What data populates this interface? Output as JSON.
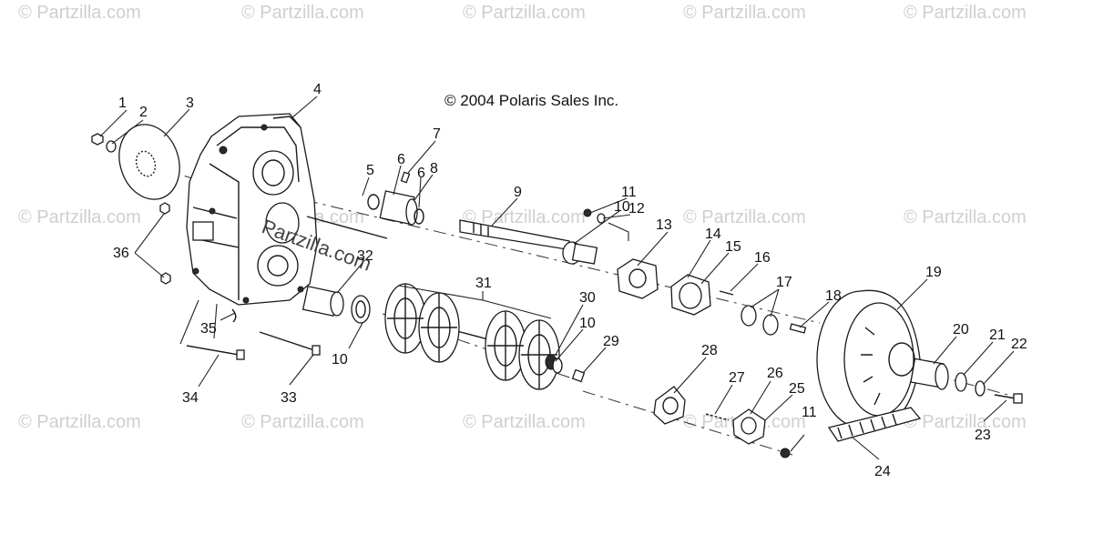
{
  "copyright": "© 2004 Polaris Sales Inc.",
  "watermark": "© Partzilla.com",
  "watermark_center": "Partzilla.com",
  "callouts": [
    "1",
    "2",
    "3",
    "4",
    "5",
    "6",
    "7",
    "8",
    "6",
    "9",
    "10",
    "11",
    "12",
    "13",
    "14",
    "15",
    "16",
    "17",
    "18",
    "19",
    "20",
    "21",
    "22",
    "23",
    "24",
    "25",
    "26",
    "27",
    "28",
    "29",
    "10",
    "30",
    "31",
    "32",
    "10",
    "33",
    "34",
    "35",
    "36",
    "11"
  ]
}
